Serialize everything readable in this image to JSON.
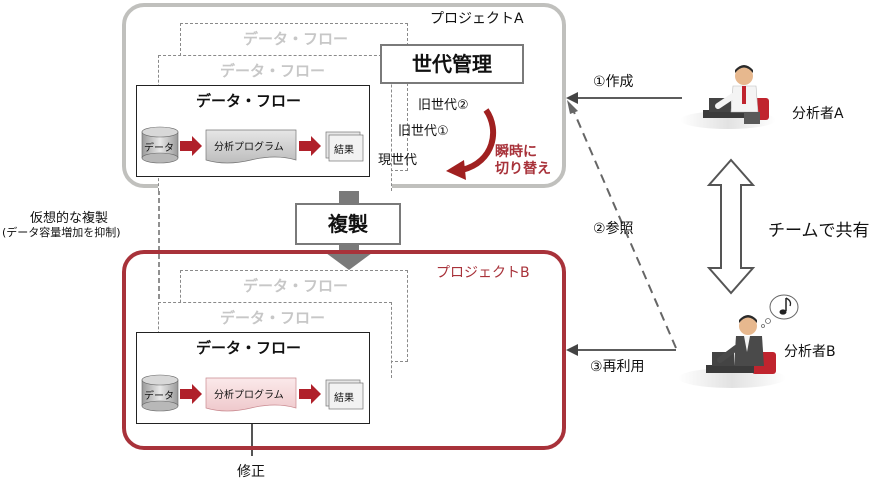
{
  "project_a": {
    "title": "プロジェクトA"
  },
  "project_b": {
    "title": "プロジェクトB"
  },
  "data_flow_label": "データ・フロー",
  "flow_nodes": {
    "data": "データ",
    "program": "分析プログラム",
    "result": "結果"
  },
  "generation": {
    "title": "世代管理",
    "old2": "旧世代②",
    "old1": "旧世代①",
    "current": "現世代",
    "switch_line1": "瞬時に",
    "switch_line2": "切り替え"
  },
  "copy_label": "複製",
  "virtual_copy": {
    "line1": "仮想的な複製",
    "line2": "(データ容量増加を抑制)"
  },
  "modify_label": "修正",
  "arrows": {
    "create": "①作成",
    "reference": "②参照",
    "reuse": "③再利用"
  },
  "team_share": "チームで共有",
  "analyst_a": "分析者A",
  "analyst_b": "分析者B",
  "colors": {
    "accent_red": "#a8323a",
    "border_gray": "#c0c0bd",
    "arrow_red": "#b0202a",
    "copy_arrow_gray": "#7a7a7a"
  }
}
